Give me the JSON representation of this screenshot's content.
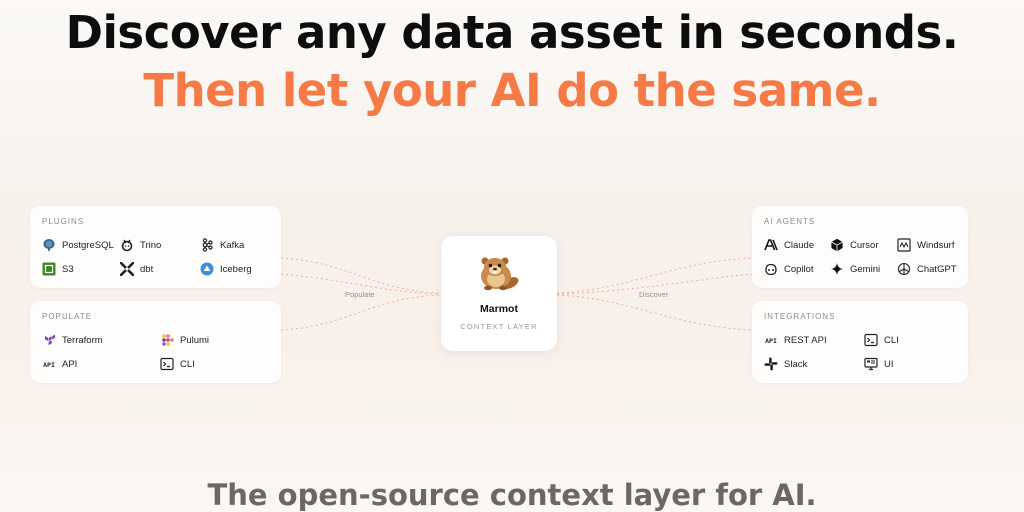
{
  "headline": {
    "line1": "Discover any data asset in seconds.",
    "line2": "Then let your AI do the same."
  },
  "tagline": "The open-source context layer for AI.",
  "colors": {
    "accent": "#f57a46",
    "card_bg": "#ffffff",
    "line": "#f5a27f"
  },
  "plugins": {
    "title": "PLUGINS",
    "items": [
      {
        "label": "PostgreSQL",
        "icon": "postgresql-icon"
      },
      {
        "label": "Trino",
        "icon": "trino-icon"
      },
      {
        "label": "Kafka",
        "icon": "kafka-icon"
      },
      {
        "label": "S3",
        "icon": "s3-icon"
      },
      {
        "label": "dbt",
        "icon": "dbt-icon"
      },
      {
        "label": "Iceberg",
        "icon": "iceberg-icon"
      }
    ]
  },
  "populate": {
    "title": "POPULATE",
    "items": [
      {
        "label": "Terraform",
        "icon": "terraform-icon"
      },
      {
        "label": "Pulumi",
        "icon": "pulumi-icon"
      },
      {
        "label": "API",
        "icon": "api-icon"
      },
      {
        "label": "CLI",
        "icon": "terminal-icon"
      }
    ]
  },
  "ai_agents": {
    "title": "AI AGENTS",
    "items": [
      {
        "label": "Claude",
        "icon": "claude-icon"
      },
      {
        "label": "Cursor",
        "icon": "cursor-icon"
      },
      {
        "label": "Windsurf",
        "icon": "windsurf-icon"
      },
      {
        "label": "Copilot",
        "icon": "copilot-icon"
      },
      {
        "label": "Gemini",
        "icon": "gemini-icon"
      },
      {
        "label": "ChatGPT",
        "icon": "chatgpt-icon"
      }
    ]
  },
  "integrations": {
    "title": "INTEGRATIONS",
    "items": [
      {
        "label": "REST API",
        "icon": "api-icon"
      },
      {
        "label": "CLI",
        "icon": "terminal-icon"
      },
      {
        "label": "Slack",
        "icon": "slack-icon"
      },
      {
        "label": "UI",
        "icon": "monitor-icon"
      }
    ]
  },
  "center": {
    "title": "Marmot",
    "subtitle": "CONTEXT LAYER",
    "icon": "marmot-logo-icon"
  },
  "flows": {
    "left_label": "Populate",
    "right_label": "Discover"
  }
}
